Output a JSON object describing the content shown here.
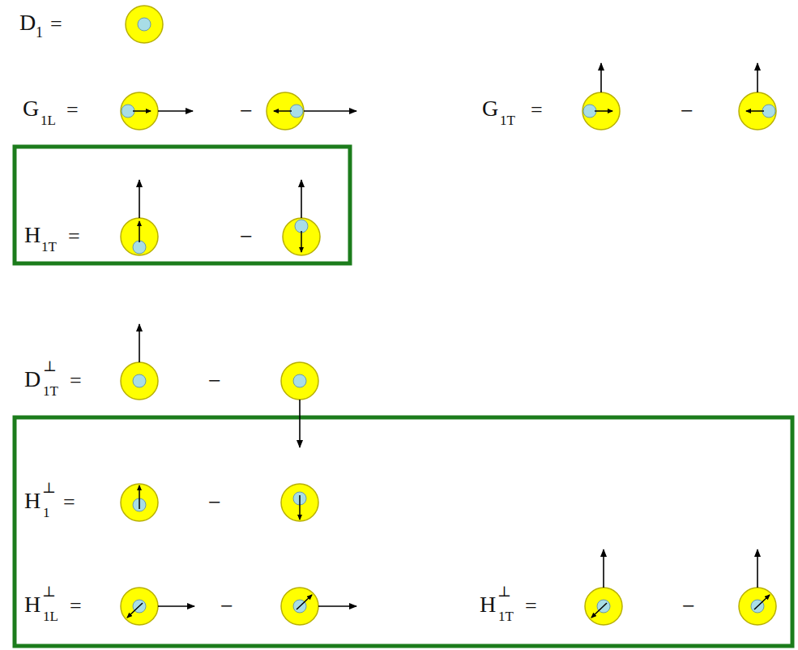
{
  "diagram": {
    "labels": [
      "D",
      "1",
      "=",
      "G",
      "1L",
      "=",
      "−",
      "G",
      "1T",
      "=",
      "−",
      "H",
      "1T",
      "=",
      "−",
      "D",
      "⊥",
      "1T",
      "=",
      "−",
      "H",
      "⊥",
      "1",
      "=",
      "−",
      "H",
      "⊥",
      "1L",
      "=",
      "−",
      "H",
      "⊥",
      "1T",
      "=",
      "−"
    ]
  }
}
